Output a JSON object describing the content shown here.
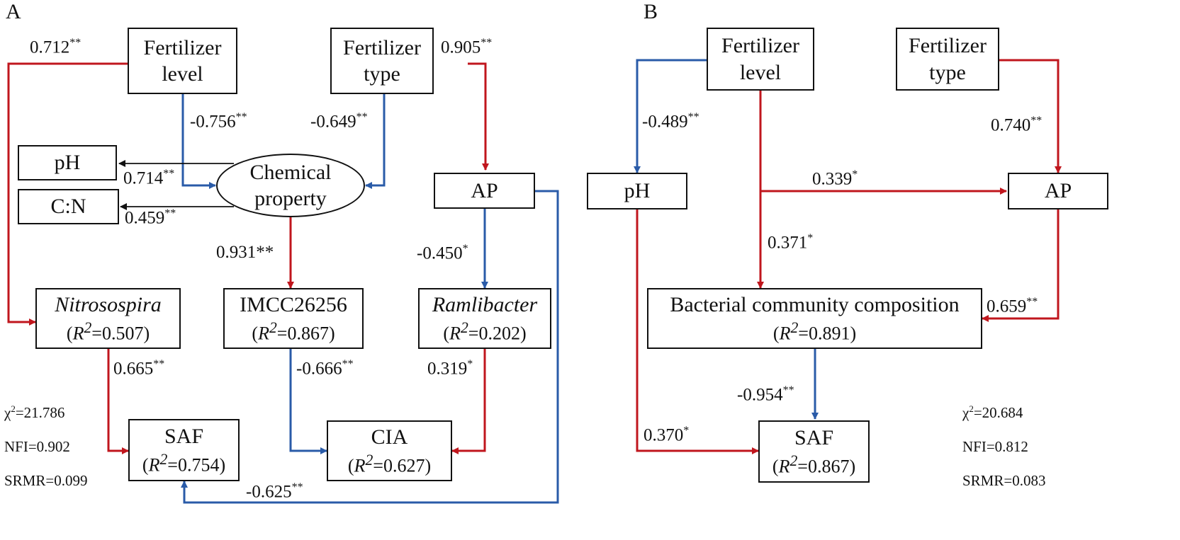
{
  "panels": [
    {
      "letter": "A",
      "nodes": {
        "fert_level": {
          "line1": "Fertilizer",
          "line2": "level"
        },
        "fert_type": {
          "line1": "Fertilizer",
          "line2": "type"
        },
        "ph": {
          "text": "pH"
        },
        "cn": {
          "text": "C:N"
        },
        "chem": {
          "line1": "Chemical",
          "line2": "property"
        },
        "ap": {
          "text": "AP"
        },
        "nitro": {
          "name": "Nitrosospira",
          "r2": "=0.507)"
        },
        "imcc": {
          "name": "IMCC26256",
          "r2": "=0.867)"
        },
        "ramli": {
          "name": "Ramlibacter",
          "r2": "=0.202)"
        },
        "saf": {
          "name": "SAF",
          "r2": "=0.754)"
        },
        "cia": {
          "name": "CIA",
          "r2": "=0.627)"
        }
      },
      "coefficients": {
        "level_nitro": {
          "value": "0.712",
          "sig": "**"
        },
        "type_ap": {
          "value": "0.905",
          "sig": "**"
        },
        "level_chem": {
          "value": "-0.756",
          "sig": "**"
        },
        "type_chem": {
          "value": "-0.649",
          "sig": "**"
        },
        "chem_ph": {
          "value": "0.714",
          "sig": "**"
        },
        "chem_cn": {
          "value": "0.459",
          "sig": "**"
        },
        "chem_imcc": {
          "value": "0.931",
          "sig": "**"
        },
        "ap_ramli": {
          "value": "-0.450",
          "sig": "*"
        },
        "nitro_saf": {
          "value": "0.665",
          "sig": "**"
        },
        "imcc_cia": {
          "value": "-0.666",
          "sig": "**"
        },
        "ramli_cia": {
          "value": "0.319",
          "sig": "*"
        },
        "ap_saf": {
          "value": "-0.625",
          "sig": "**"
        }
      },
      "fit": {
        "chi2": "=21.786",
        "nfi": "NFI=0.902",
        "srmr": "SRMR=0.099"
      }
    },
    {
      "letter": "B",
      "nodes": {
        "fert_level": {
          "line1": "Fertilizer",
          "line2": "level"
        },
        "fert_type": {
          "line1": "Fertilizer",
          "line2": "type"
        },
        "ph": {
          "text": "pH"
        },
        "ap": {
          "text": "AP"
        },
        "bcc": {
          "name": "Bacterial community composition",
          "r2": "=0.891)"
        },
        "saf": {
          "name": "SAF",
          "r2": "=0.867)"
        }
      },
      "coefficients": {
        "level_ph": {
          "value": "-0.489",
          "sig": "**"
        },
        "type_ap": {
          "value": "0.740",
          "sig": "**"
        },
        "level_ap": {
          "value": "0.339",
          "sig": "*"
        },
        "level_bcc": {
          "value": "0.371",
          "sig": "*"
        },
        "ap_bcc": {
          "value": "0.659",
          "sig": "**"
        },
        "bcc_saf": {
          "value": "-0.954",
          "sig": "**"
        },
        "ph_saf": {
          "value": "0.370",
          "sig": "*"
        }
      },
      "fit": {
        "chi2": "=20.684",
        "nfi": "NFI=0.812",
        "srmr": "SRMR=0.083"
      }
    }
  ],
  "r2_prefix": "(",
  "r2_symbol": "R",
  "r2_exp": "2",
  "chi_symbol": "χ",
  "chi_exp": "2",
  "colors": {
    "positive": "#c0161d",
    "negative": "#2a5ba8",
    "loading": "#111111",
    "box": "#111111"
  }
}
